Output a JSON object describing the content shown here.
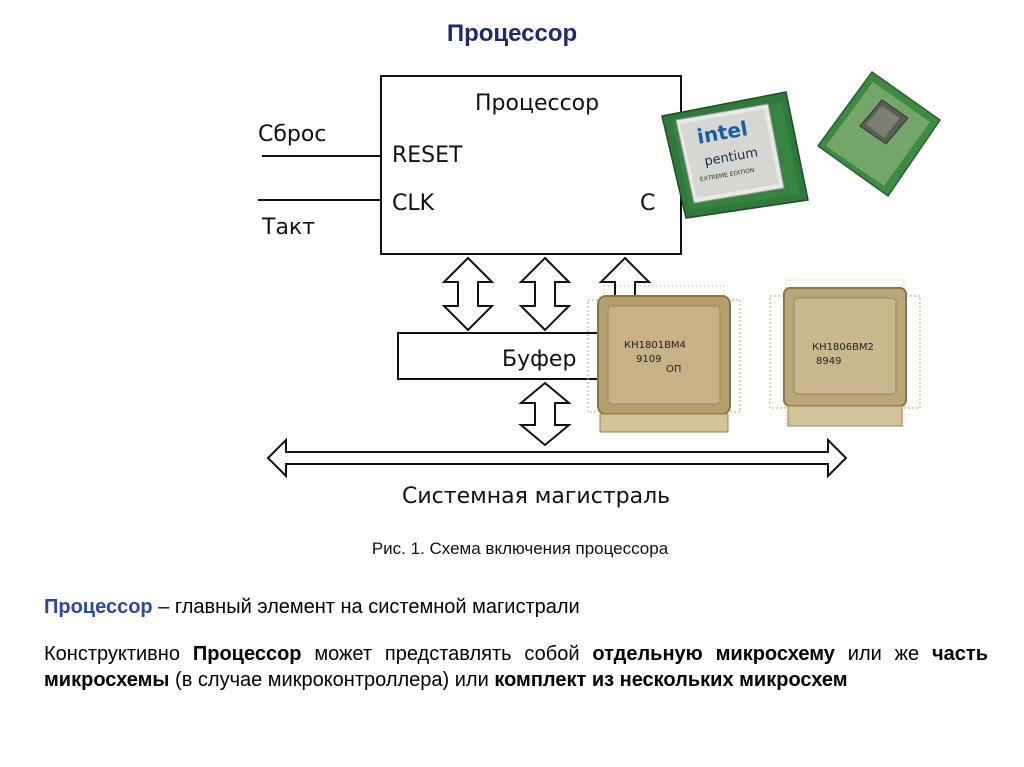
{
  "title": "Процессор",
  "diagram": {
    "processor_label": "Процессор",
    "reset_pin": "RESET",
    "clk_pin": "CLK",
    "reset_signal": "Сброс",
    "clock_signal": "Такт",
    "buffer_label": "Буфер",
    "bus_label": "Системная магистраль",
    "right_pin_partial": "C"
  },
  "photos": {
    "intel_brand": "intel",
    "intel_model": "pentium",
    "intel_edition": "EXTREME EDITION",
    "chip1_marking": "КН1801ВМ4",
    "chip1_code": "9109",
    "chip1_suffix": "ОП",
    "chip2_marking": "КН1806ВМ2",
    "chip2_code": "8949"
  },
  "caption": "Рис. 1. Схема включения процессора",
  "definition": {
    "term": "Процессор",
    "rest": " – главный элемент на системной магистрали"
  },
  "paragraph": {
    "p1": "Конструктивно ",
    "b1": "Процессор",
    "p2": " может представлять собой ",
    "b2": "отдельную микросхему",
    "p3": " или же ",
    "b3": "часть микросхемы",
    "p4": " (в случае микроконтроллера) или ",
    "b4": "комплект из нескольких микросхем"
  }
}
